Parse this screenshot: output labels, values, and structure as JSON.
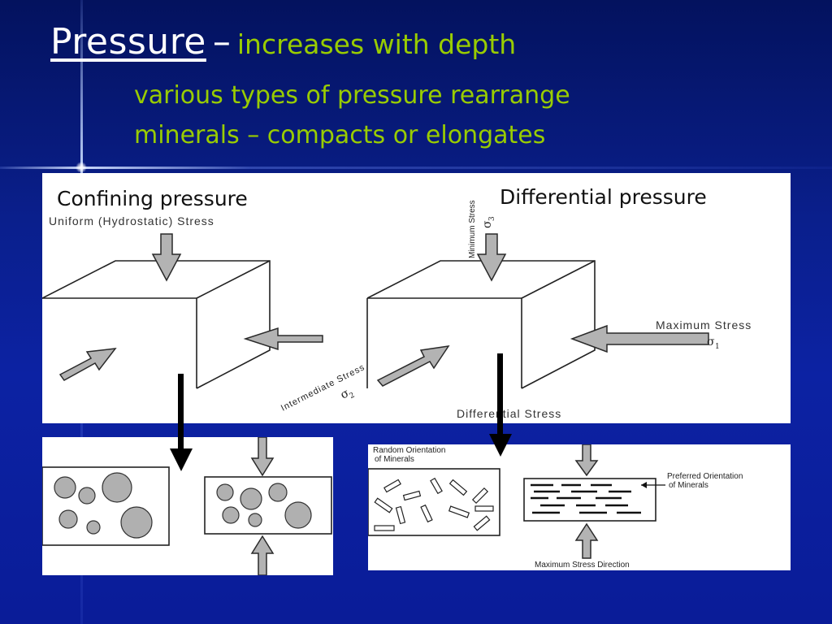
{
  "title": {
    "word": "Pressure",
    "dash": "–",
    "rest": "increases with depth",
    "line2": "various types of pressure rearrange",
    "line3": "minerals – compacts or elongates"
  },
  "diagram_top": {
    "left": {
      "label": "Confining pressure",
      "caption": "Uniform (Hydrostatic) Stress"
    },
    "right": {
      "label": "Differential pressure",
      "min_stress": "Minimum Stress",
      "min_sigma": "σ",
      "min_sigma_sub": "3",
      "max_stress": "Maximum Stress",
      "max_sigma": "σ",
      "max_sigma_sub": "1",
      "intermediate_stress": "Intermediate Stress",
      "int_sigma": "σ",
      "int_sigma_sub": "2",
      "differential_caption": "Differential Stress"
    }
  },
  "diagram_bottom_right": {
    "random_label_1": "Random Orientation",
    "random_label_2": "of Minerals",
    "preferred_label_1": "Preferred Orientation",
    "preferred_label_2": "of Minerals",
    "max_direction": "Maximum Stress Direction"
  },
  "colors": {
    "accent_green": "#99cc00",
    "title_white": "#ffffff",
    "background_blue": "#0a1f8c",
    "arrow_gray": "#b3b3b3"
  }
}
